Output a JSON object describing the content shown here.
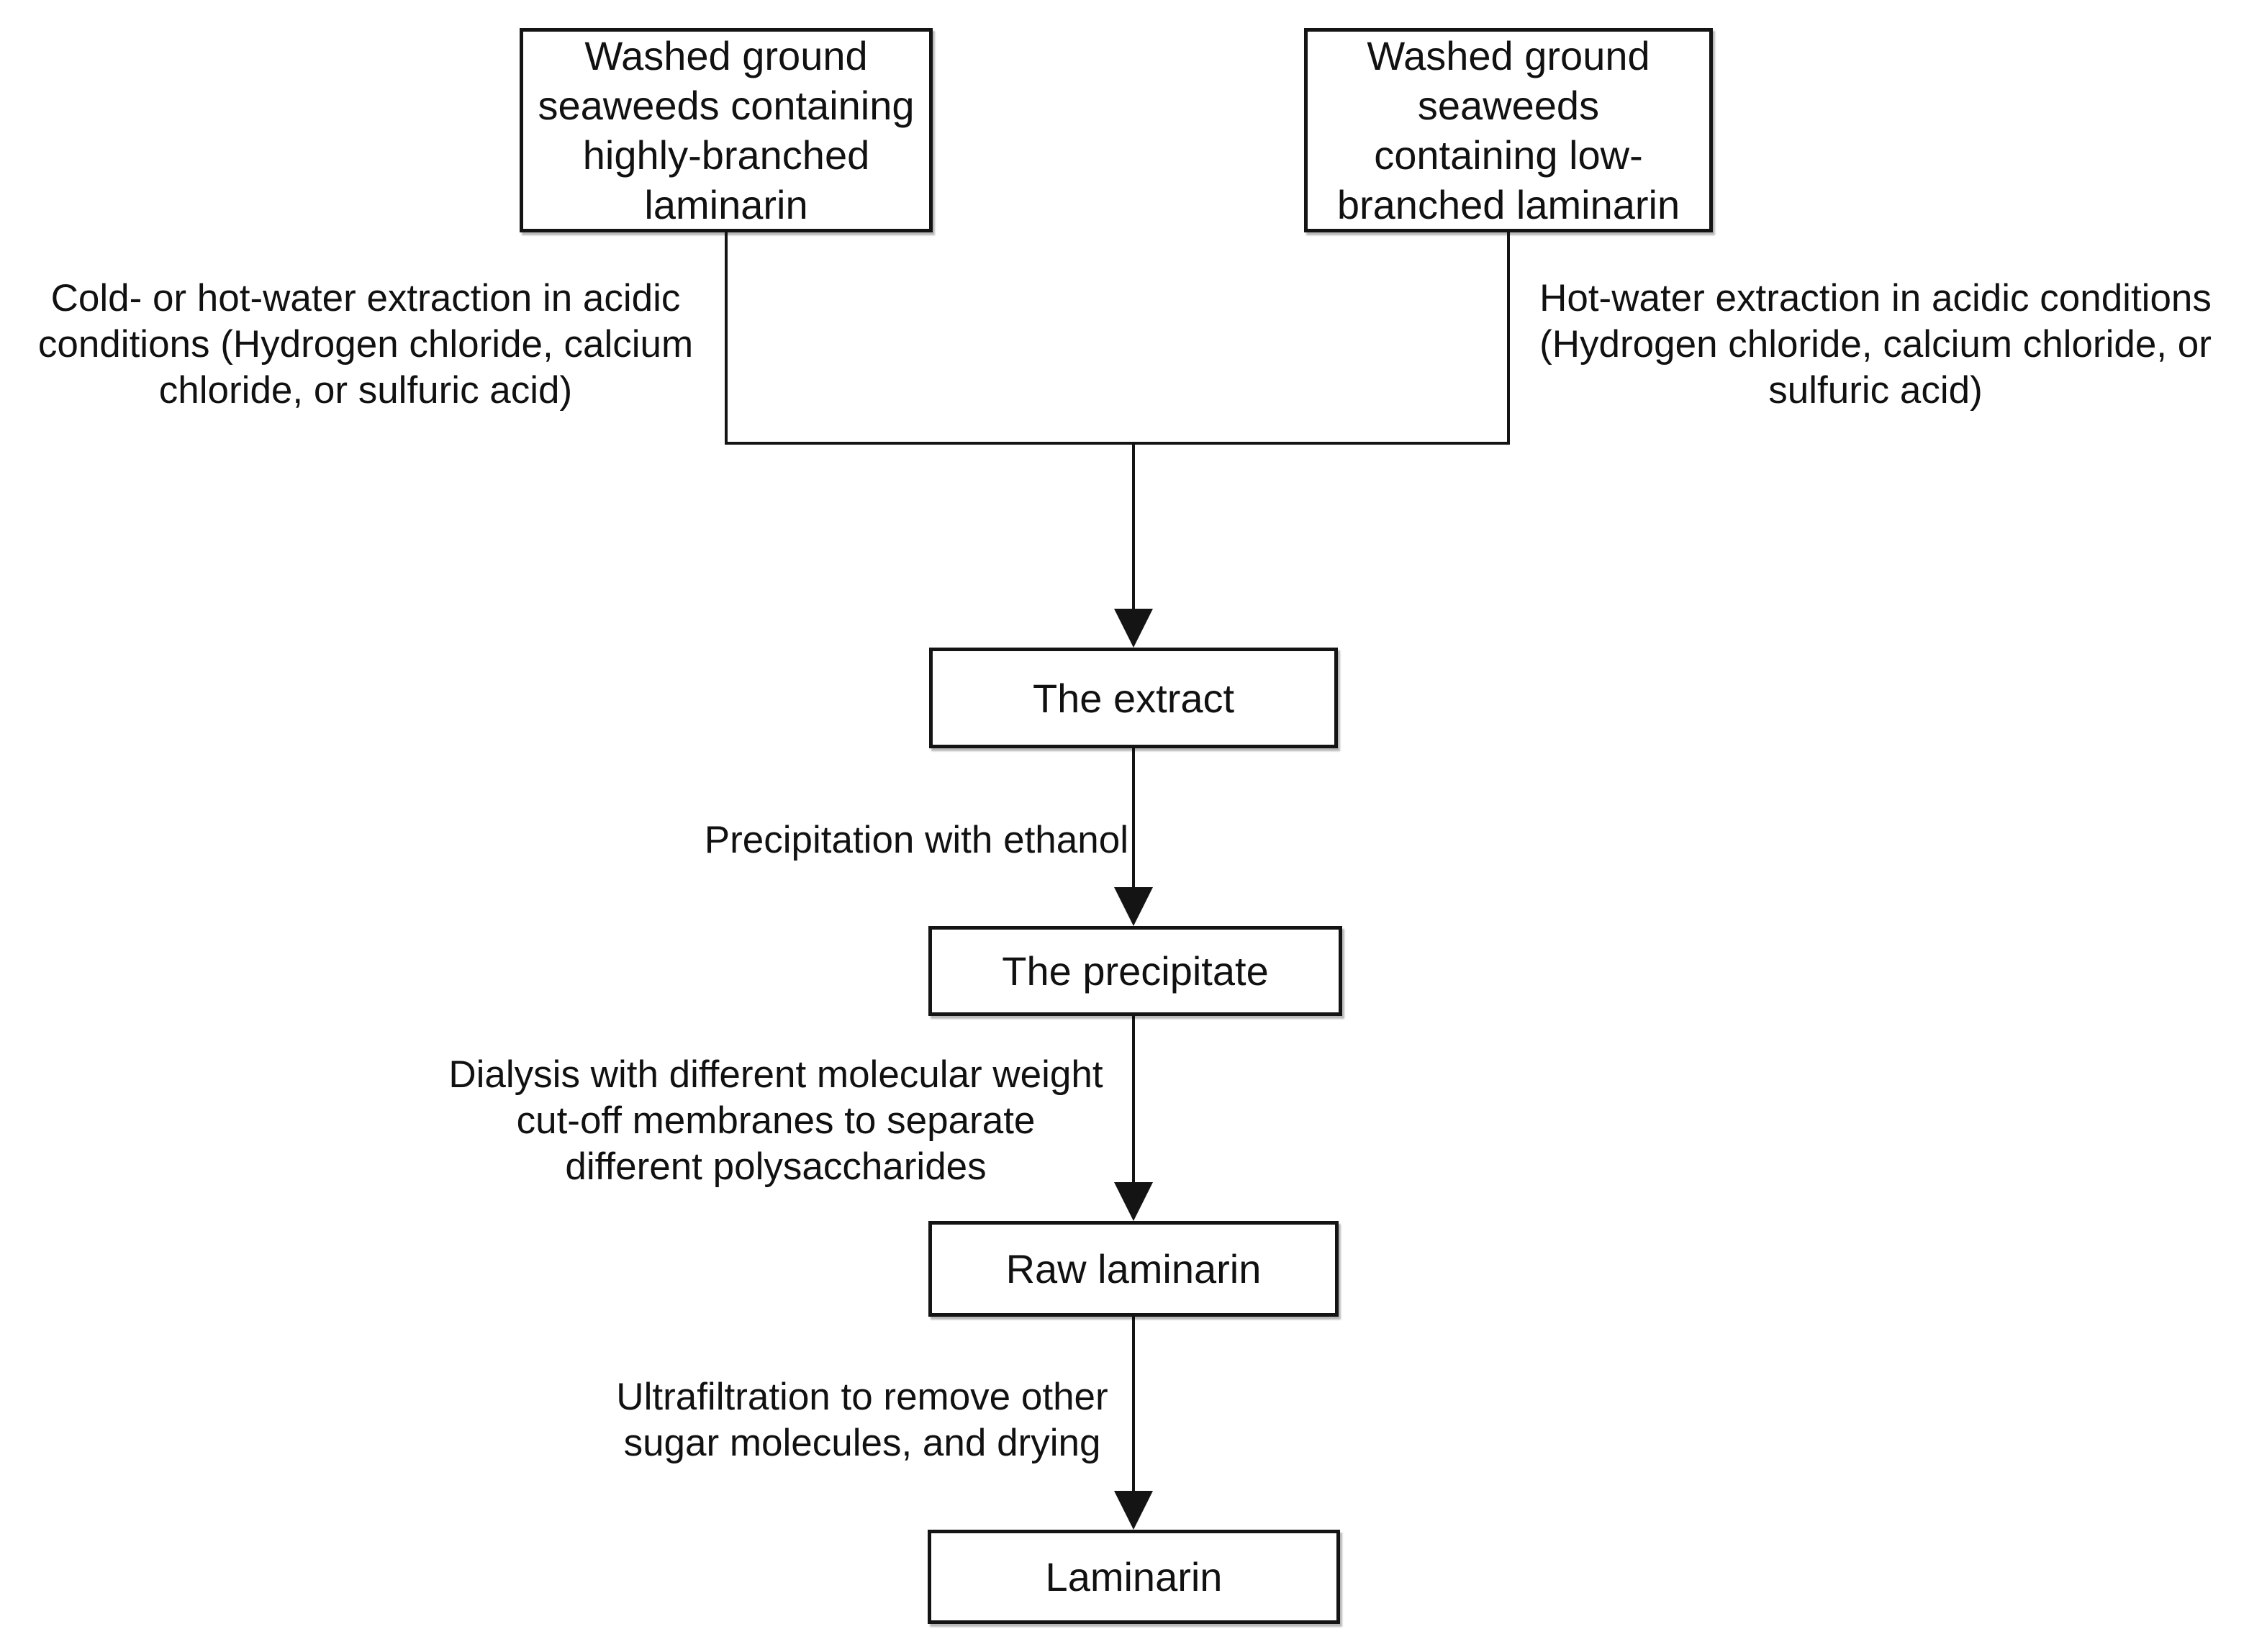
{
  "diagram": {
    "title_semantic": "Laminarin extraction flowchart",
    "colors": {
      "background": "#ffffff",
      "line": "#141414",
      "text": "#111111",
      "node_fill": "#ffffff"
    },
    "nodes": {
      "seaweed_high": {
        "label": "Washed ground\nseaweeds containing\nhighly-branched\nlaminarin"
      },
      "seaweed_low": {
        "label": "Washed ground\nseaweeds\ncontaining low-\nbranched laminarin"
      },
      "extract": {
        "label": "The extract"
      },
      "precipitate": {
        "label": "The precipitate"
      },
      "raw_laminarin": {
        "label": "Raw laminarin"
      },
      "laminarin": {
        "label": "Laminarin"
      }
    },
    "annotations": {
      "left_condition": {
        "text": "Cold- or hot-water extraction in acidic\nconditions (Hydrogen chloride, calcium\nchloride, or sulfuric acid)"
      },
      "right_condition": {
        "text": "Hot-water extraction in acidic conditions\n(Hydrogen chloride, calcium chloride, or\nsulfuric acid)"
      },
      "ethanol_step": {
        "text": "Precipitation with ethanol"
      },
      "dialysis_step": {
        "text": "Dialysis with different molecular weight\ncut-off membranes to separate\ndifferent polysaccharides"
      },
      "ultrafiltration_step": {
        "text": "Ultrafiltration to remove other\nsugar molecules, and drying"
      }
    }
  }
}
